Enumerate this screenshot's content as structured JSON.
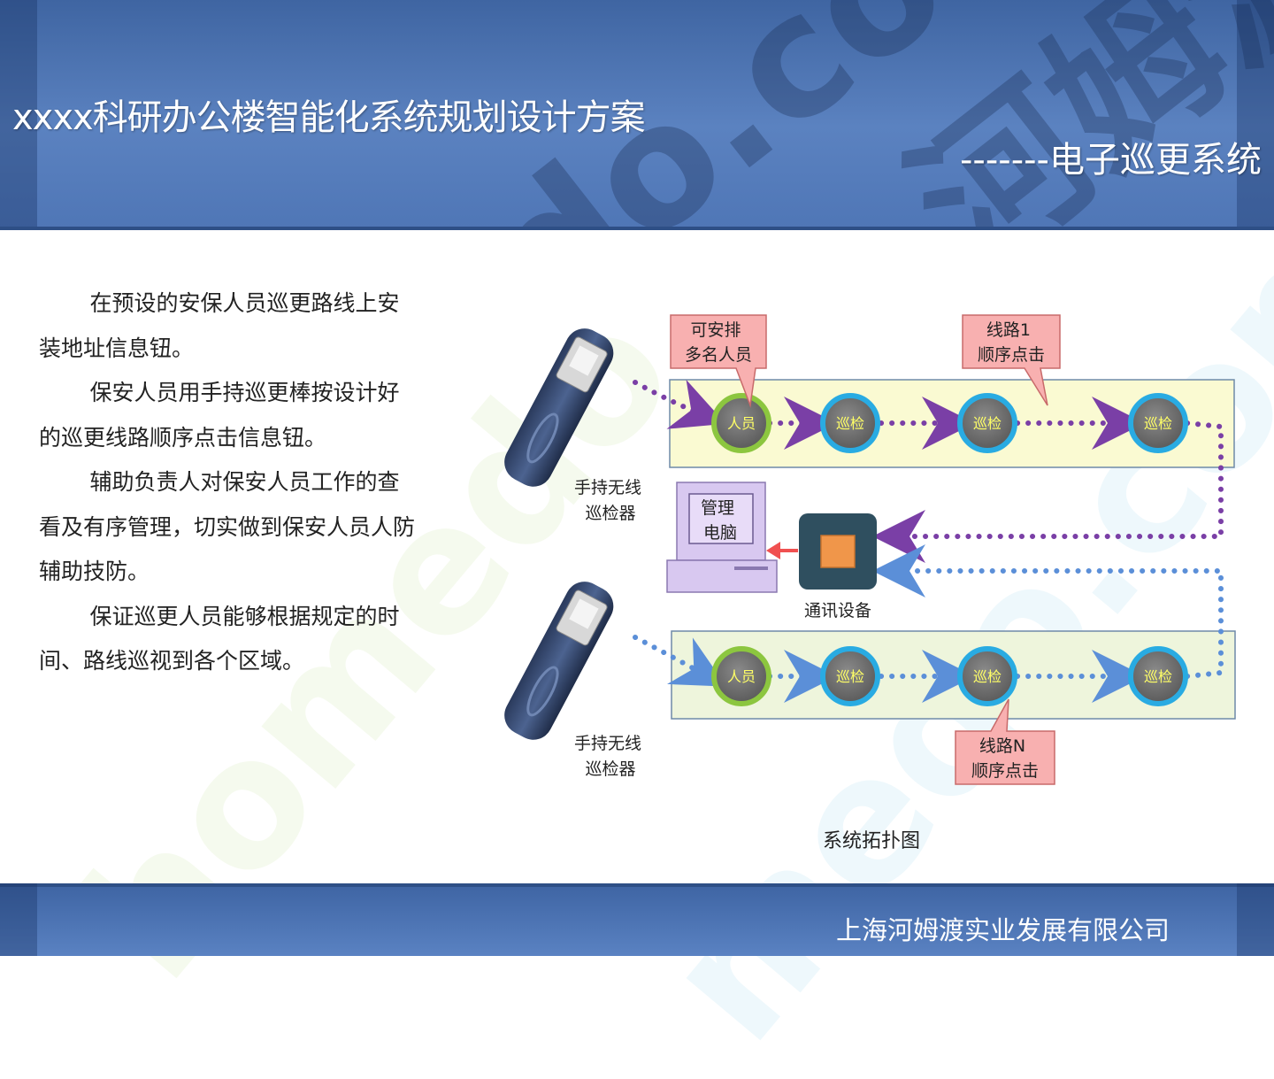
{
  "header": {
    "title": "xxxx科研办公楼智能化系统规划设计方案",
    "subtitle": "-------电子巡更系统"
  },
  "body": {
    "paragraphs": [
      "在预设的安保人员巡更路线上安装地址信息钮。",
      "保安人员用手持巡更棒按设计好的巡更线路顺序点击信息钮。",
      "辅助负责人对保安人员工作的查看及有序管理，切实做到保安人员人防辅助技防。",
      "保证巡更人员能够根据规定的时间、路线巡视到各个区域。"
    ]
  },
  "diagram": {
    "callout_top_left": [
      "可安排",
      "多名人员"
    ],
    "callout_top_right": [
      "线路1",
      "顺序点击"
    ],
    "callout_bottom_right": [
      "线路N",
      "顺序点击"
    ],
    "device_label": [
      "手持无线",
      "巡检器"
    ],
    "computer_label": [
      "管理",
      "电脑"
    ],
    "comm_label": "通讯设备",
    "node_person": "人员",
    "node_check": "巡检",
    "caption": "系统拓扑图",
    "colors": {
      "route1": "#7a3fa6",
      "routeN": "#5b8fd8",
      "band": "#fafad2",
      "person_ring": "#8cc63f",
      "check_ring": "#29abe2",
      "callout": "#f2a0a0",
      "arrow_to_pc": "#f05050"
    }
  },
  "footer": {
    "company": "上海河姆渡实业发展有限公司"
  }
}
